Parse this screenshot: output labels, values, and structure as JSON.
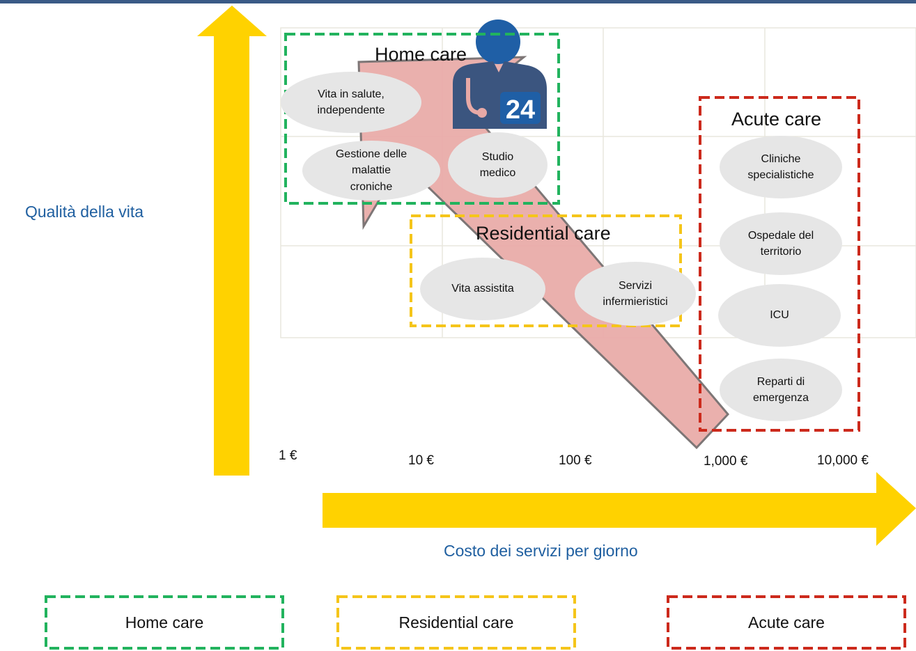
{
  "axes": {
    "y_label": "Qualità della vita",
    "x_label": "Costo dei servizi per giorno",
    "ticks": [
      "1 €",
      "10 €",
      "100 €",
      "1,000 €",
      "10,000 €"
    ]
  },
  "groups": {
    "home": {
      "title": "Home care",
      "items": [
        "Vita in salute,\nindependente",
        "Gestione delle\nmalattie\ncroniche",
        "Studio\nmedico"
      ]
    },
    "residential": {
      "title": "Residential care",
      "items": [
        "Vita assistita",
        "Servizi\ninfermieristici"
      ]
    },
    "acute": {
      "title": "Acute care",
      "items": [
        "Cliniche\nspecialistiche",
        "Ospedale del\nterritorio",
        "ICU",
        "Reparti di\nemergenza"
      ]
    }
  },
  "legend": [
    "Home care",
    "Residential care",
    "Acute care"
  ],
  "logo_text": "24",
  "colors": {
    "home": "#22b35e",
    "residential": "#f5c51a",
    "acute": "#cc2a1c",
    "axis_arrow": "#ffd200",
    "trend_arrow": "#e8a9a6",
    "bubble": "#e6e6e6",
    "label_blue": "#1f5fa0"
  }
}
